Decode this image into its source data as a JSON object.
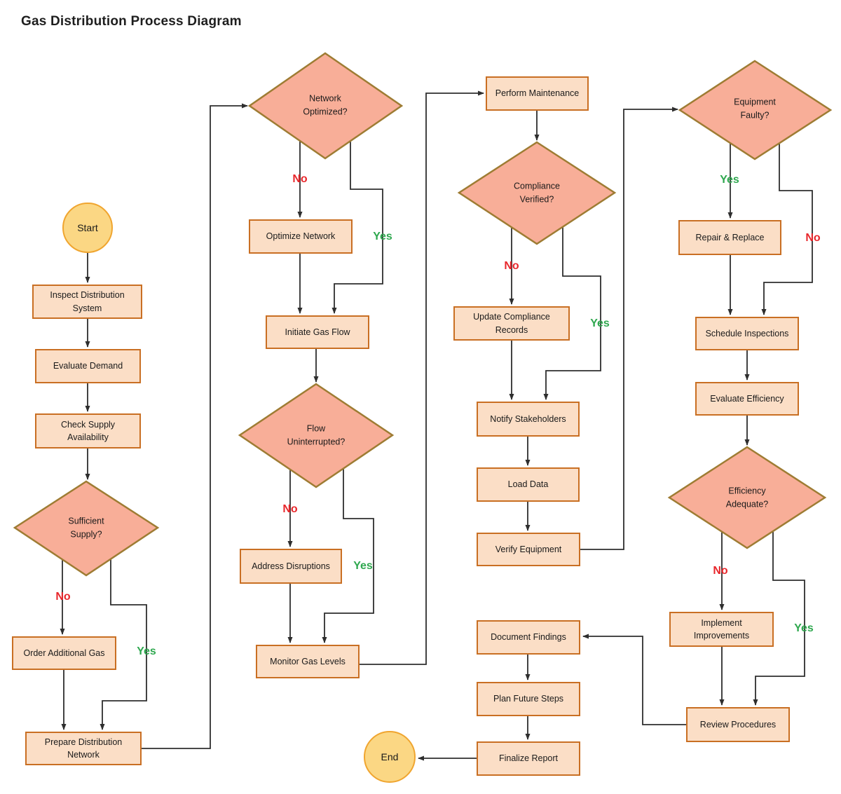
{
  "title": "Gas Distribution Process Diagram",
  "nodes": {
    "start": {
      "label": "Start",
      "type": "terminal"
    },
    "inspect": {
      "label": "Inspect Distribution\nSystem",
      "type": "process"
    },
    "evaluate_demand": {
      "label": "Evaluate Demand",
      "type": "process"
    },
    "check_supply": {
      "label": "Check Supply\nAvailability",
      "type": "process"
    },
    "sufficient_supply": {
      "label": "Sufficient\nSupply?",
      "type": "decision"
    },
    "order_gas": {
      "label": "Order Additional Gas",
      "type": "process"
    },
    "prepare_network": {
      "label": "Prepare Distribution\nNetwork",
      "type": "process"
    },
    "network_optimized": {
      "label": "Network\nOptimized?",
      "type": "decision"
    },
    "optimize_network": {
      "label": "Optimize Network",
      "type": "process"
    },
    "initiate_flow": {
      "label": "Initiate Gas Flow",
      "type": "process"
    },
    "flow_uninterrupted": {
      "label": "Flow\nUninterrupted?",
      "type": "decision"
    },
    "address_disruptions": {
      "label": "Address Disruptions",
      "type": "process"
    },
    "monitor_levels": {
      "label": "Monitor Gas Levels",
      "type": "process"
    },
    "perform_maintenance": {
      "label": "Perform Maintenance",
      "type": "process"
    },
    "compliance_verified": {
      "label": "Compliance\nVerified?",
      "type": "decision"
    },
    "update_records": {
      "label": "Update Compliance\nRecords",
      "type": "process"
    },
    "notify_stakeholders": {
      "label": "Notify Stakeholders",
      "type": "process"
    },
    "load_data": {
      "label": "Load Data",
      "type": "process"
    },
    "verify_equipment": {
      "label": "Verify Equipment",
      "type": "process"
    },
    "document_findings": {
      "label": "Document Findings",
      "type": "process"
    },
    "plan_future": {
      "label": "Plan Future Steps",
      "type": "process"
    },
    "finalize_report": {
      "label": "Finalize Report",
      "type": "process"
    },
    "end_node": {
      "label": "End",
      "type": "terminal"
    },
    "equipment_faulty": {
      "label": "Equipment\nFaulty?",
      "type": "decision"
    },
    "repair_replace": {
      "label": "Repair & Replace",
      "type": "process"
    },
    "schedule_inspections": {
      "label": "Schedule Inspections",
      "type": "process"
    },
    "evaluate_efficiency": {
      "label": "Evaluate Efficiency",
      "type": "process"
    },
    "efficiency_adequate": {
      "label": "Efficiency\nAdequate?",
      "type": "decision"
    },
    "implement_improvements": {
      "label": "Implement\nImprovements",
      "type": "process"
    },
    "review_procedures": {
      "label": "Review Procedures",
      "type": "process"
    }
  },
  "edge_labels": {
    "sufficient_supply_no": "No",
    "sufficient_supply_yes": "Yes",
    "network_optimized_no": "No",
    "network_optimized_yes": "Yes",
    "flow_uninterrupted_no": "No",
    "flow_uninterrupted_yes": "Yes",
    "compliance_verified_no": "No",
    "compliance_verified_yes": "Yes",
    "equipment_faulty_yes": "Yes",
    "equipment_faulty_no": "No",
    "efficiency_adequate_no": "No",
    "efficiency_adequate_yes": "Yes"
  },
  "colors": {
    "process_fill": "#fbdec6",
    "process_border": "#c96f23",
    "decision_fill": "#f8ae98",
    "decision_border": "#9e7c33",
    "terminal_fill": "#fbd784",
    "terminal_border": "#f0a52f",
    "yes_label": "#2fa84f",
    "no_label": "#e8262b",
    "connector": "#2e2e2e",
    "title_text": "#1e1e1e"
  }
}
